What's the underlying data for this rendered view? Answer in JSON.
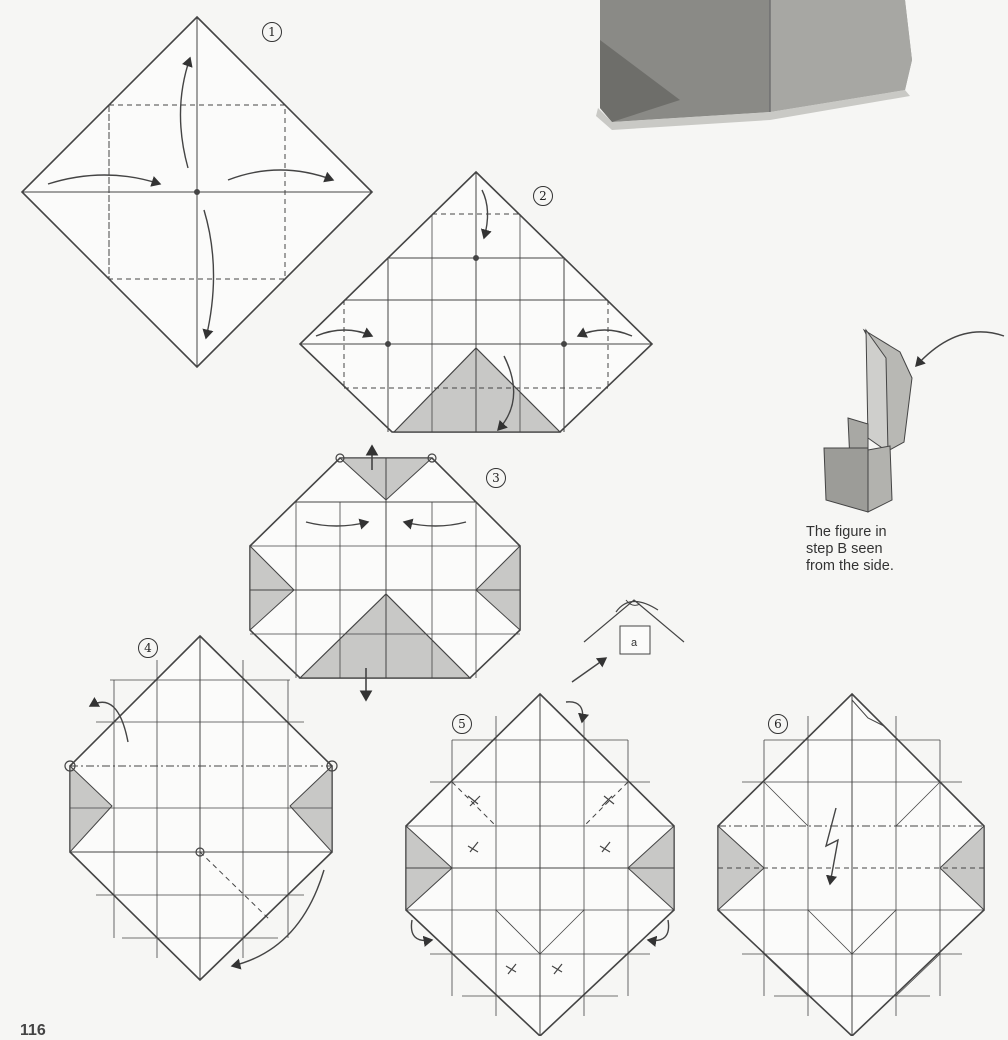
{
  "steps": [
    "1",
    "2",
    "3",
    "4",
    "5",
    "6"
  ],
  "caption": {
    "line1": "The figure in",
    "line2": "step B seen",
    "line3": "from the side."
  },
  "detail_label": "a",
  "page_number": "116"
}
